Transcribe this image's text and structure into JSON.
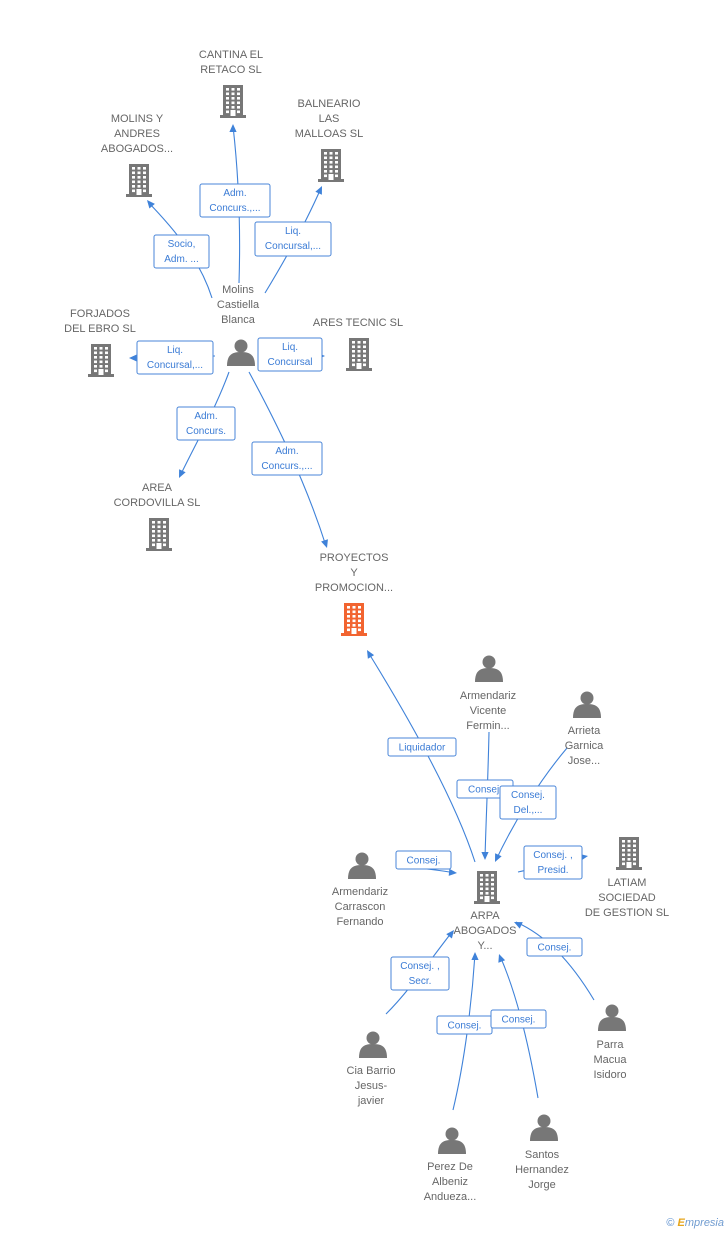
{
  "colors": {
    "edge": "#3f82d9",
    "node_gray": "#777777",
    "focus": "#f26430",
    "label": "#666666"
  },
  "nodes": [
    {
      "id": "cantina",
      "type": "company",
      "lines": [
        "CANTINA EL",
        "RETACO SL"
      ]
    },
    {
      "id": "balneario",
      "type": "company",
      "lines": [
        "BALNEARIO",
        "LAS",
        "MALLOAS SL"
      ]
    },
    {
      "id": "molins_andres",
      "type": "company",
      "lines": [
        "MOLINS Y",
        "ANDRES",
        "ABOGADOS..."
      ]
    },
    {
      "id": "molins_person",
      "type": "person",
      "lines": [
        "Molins",
        "Castiella",
        "Blanca"
      ]
    },
    {
      "id": "forjados",
      "type": "company",
      "lines": [
        "FORJADOS",
        "DEL EBRO SL"
      ]
    },
    {
      "id": "ares",
      "type": "company",
      "lines": [
        "ARES TECNIC SL"
      ]
    },
    {
      "id": "area",
      "type": "company",
      "lines": [
        "AREA",
        "CORDOVILLA SL"
      ]
    },
    {
      "id": "proyectos",
      "type": "focus",
      "lines": [
        "PROYECTOS",
        "Y",
        "PROMOCION..."
      ]
    },
    {
      "id": "armendariz_v",
      "type": "person",
      "lines": [
        "Armendariz",
        "Vicente",
        "Fermin..."
      ]
    },
    {
      "id": "arrieta",
      "type": "person",
      "lines": [
        "Arrieta",
        "Garnica",
        "Jose..."
      ]
    },
    {
      "id": "armendariz_c",
      "type": "person",
      "lines": [
        "Armendariz",
        "Carrascon",
        "Fernando"
      ]
    },
    {
      "id": "arpa",
      "type": "company",
      "lines": [
        "ARPA",
        "ABOGADOS",
        "Y..."
      ]
    },
    {
      "id": "latiam",
      "type": "company",
      "lines": [
        "LATIAM",
        "SOCIEDAD",
        "DE GESTION SL"
      ]
    },
    {
      "id": "parra",
      "type": "person",
      "lines": [
        "Parra",
        "Macua",
        "Isidoro"
      ]
    },
    {
      "id": "cia",
      "type": "person",
      "lines": [
        "Cia Barrio",
        "Jesus-",
        "javier"
      ]
    },
    {
      "id": "perez",
      "type": "person",
      "lines": [
        "Perez De",
        "Albeniz",
        "Andueza..."
      ]
    },
    {
      "id": "santos",
      "type": "person",
      "lines": [
        "Santos",
        "Hernandez",
        "Jorge"
      ]
    }
  ],
  "edges": [
    {
      "id": "e1",
      "label": [
        "Adm.",
        "Concurs.,..."
      ]
    },
    {
      "id": "e2",
      "label": [
        "Liq.",
        "Concursal,..."
      ]
    },
    {
      "id": "e3",
      "label": [
        "Socio,",
        "Adm. ..."
      ]
    },
    {
      "id": "e4",
      "label": [
        "Liq.",
        "Concursal,..."
      ]
    },
    {
      "id": "e5",
      "label": [
        "Liq.",
        "Concursal"
      ]
    },
    {
      "id": "e6",
      "label": [
        "Adm.",
        "Concurs."
      ]
    },
    {
      "id": "e7",
      "label": [
        "Adm.",
        "Concurs.,..."
      ]
    },
    {
      "id": "e8",
      "label": [
        "Liquidador"
      ]
    },
    {
      "id": "e9",
      "label": [
        "Consej."
      ]
    },
    {
      "id": "e10",
      "label": [
        "Consej.",
        "Del.,..."
      ]
    },
    {
      "id": "e11",
      "label": [
        "Consej."
      ]
    },
    {
      "id": "e12",
      "label": [
        "Consej. ,",
        "Presid."
      ]
    },
    {
      "id": "e13",
      "label": [
        "Consej."
      ]
    },
    {
      "id": "e14",
      "label": [
        "Consej. ,",
        "Secr."
      ]
    },
    {
      "id": "e15",
      "label": [
        "Consej."
      ]
    },
    {
      "id": "e16",
      "label": [
        "Consej."
      ]
    }
  ],
  "footer": {
    "copyright": "©",
    "brand_first": "E",
    "brand_rest": "mpresia"
  }
}
